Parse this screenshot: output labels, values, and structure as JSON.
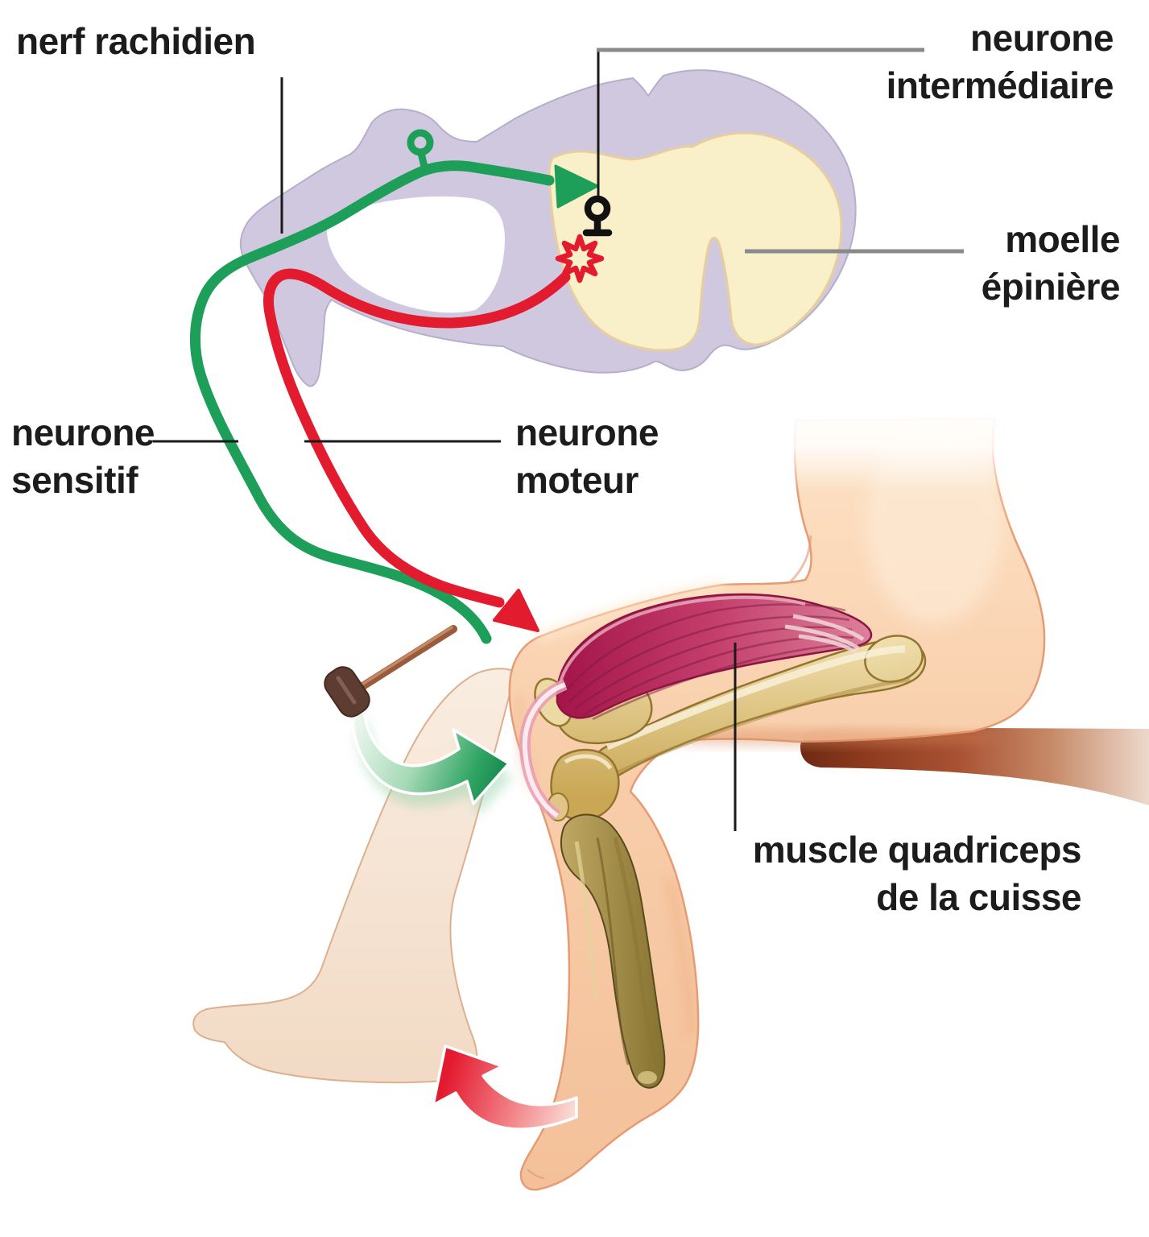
{
  "labels": {
    "nerf_rachidien": "nerf rachidien",
    "neurone_intermediaire": [
      "neurone",
      "intermédiaire"
    ],
    "moelle_epiniere": [
      "moelle",
      "épinière"
    ],
    "neurone_sensitif": [
      "neurone",
      "sensitif"
    ],
    "neurone_moteur": [
      "neurone",
      "moteur"
    ],
    "muscle_quadriceps": [
      "muscle quadriceps",
      "de la cuisse"
    ]
  },
  "colors": {
    "sensory_pathway_green": "#1d9e59",
    "motor_pathway_red": "#e21b2f",
    "spinal_cord_white_matter": "#cfc8df",
    "spinal_cord_gray_matter": "#faf0c9",
    "skin_tone": "#f7c9a4",
    "background_leg_skin": "#f5e4d2",
    "bone_tan": "#d9ba72",
    "tibia_olive": "#9c8843",
    "muscle_crimson": "#b52a5b",
    "bench_shadow_brown": "#8c3a1e",
    "hammer_brown": "#6a4538",
    "label_text": "#1c1c1c",
    "leader_line_gray": "#8a8a8a",
    "leader_line_black": "#1a1a1a"
  }
}
